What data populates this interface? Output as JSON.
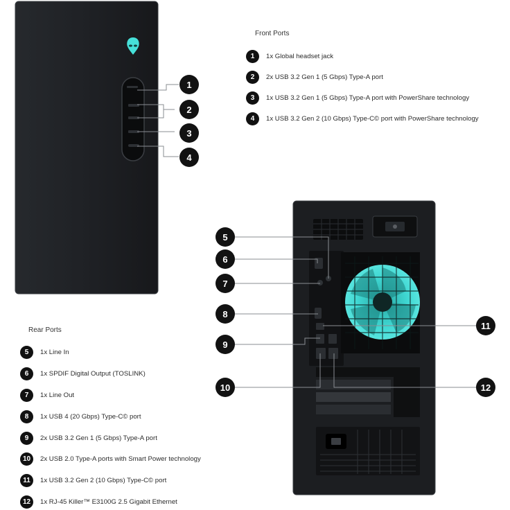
{
  "front_ports": {
    "heading": "Front Ports",
    "items": [
      {
        "num": "1",
        "text": "1x Global headset jack"
      },
      {
        "num": "2",
        "text": "2x USB 3.2 Gen 1 (5 Gbps) Type-A port"
      },
      {
        "num": "3",
        "text": "1x USB 3.2 Gen 1 (5 Gbps) Type-A port with PowerShare technology"
      },
      {
        "num": "4",
        "text": "1x USB 3.2 Gen 2 (10 Gbps) Type-C© port  with PowerShare technology"
      }
    ]
  },
  "rear_ports": {
    "heading": "Rear Ports",
    "items": [
      {
        "num": "5",
        "text": "1x Line In"
      },
      {
        "num": "6",
        "text": "1x SPDIF Digital Output (TOSLINK)"
      },
      {
        "num": "7",
        "text": "1x Line Out"
      },
      {
        "num": "8",
        "text": "1x USB 4 (20 Gbps) Type-C© port"
      },
      {
        "num": "9",
        "text": "2x USB 3.2 Gen 1 (5 Gbps) Type-A port"
      },
      {
        "num": "10",
        "text": "2x USB 2.0 Type-A ports with Smart Power technology"
      },
      {
        "num": "11",
        "text": "1x USB 3.2 Gen 2 (10 Gbps) Type-C©  port"
      },
      {
        "num": "12",
        "text": "1x RJ-45 Killer™ E3100G 2.5 Gigabit Ethernet"
      }
    ]
  },
  "callouts": {
    "c1": "1",
    "c2": "2",
    "c3": "3",
    "c4": "4",
    "c5": "5",
    "c6": "6",
    "c7": "7",
    "c8": "8",
    "c9": "9",
    "c10": "10",
    "c11": "11",
    "c12": "12"
  },
  "colors": {
    "badge": "#111111",
    "tower": "#1d1f22",
    "fan": "#3fd7d2",
    "logo": "#46e0d9"
  }
}
